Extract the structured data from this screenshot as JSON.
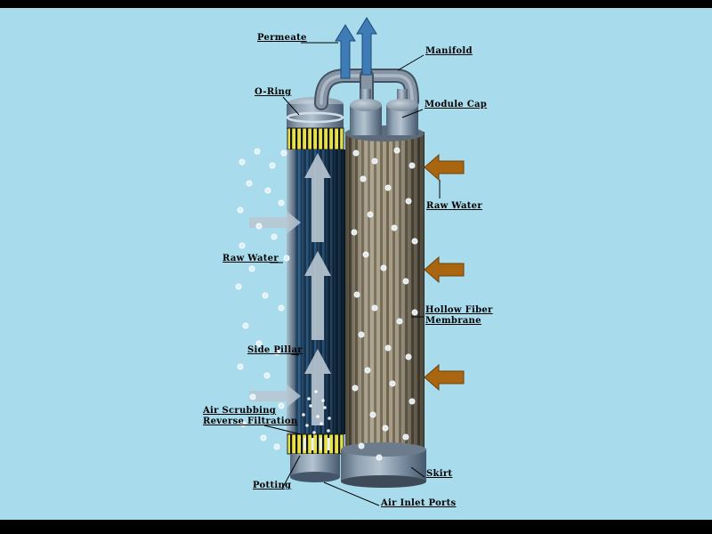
{
  "scene": {
    "background": "#a8dcec",
    "frame_color": "#000000"
  },
  "colors": {
    "permeate_arrow": "#3f7cb6",
    "raw_water_arrow": "#a96510",
    "potting_band": "#e6df4e",
    "internal_arrow": "#b9c7d1",
    "pipe": "#8695a6"
  },
  "labels": {
    "permeate": "Permeate",
    "manifold": "Manifold",
    "o_ring": "O-Ring",
    "module_cap": "Module Cap",
    "raw_water_right": "Raw Water",
    "hollow_fiber_1": "Hollow Fiber",
    "hollow_fiber_2": "Membrane",
    "raw_water_left": "Raw Water",
    "side_pillar": "Side Pillar",
    "air_scrubbing_1": "Air Scrubbing",
    "air_scrubbing_2": "Reverse Filtration",
    "potting": "Potting",
    "air_inlet_ports": "Air Inlet Ports",
    "skirt": "Skirt"
  }
}
